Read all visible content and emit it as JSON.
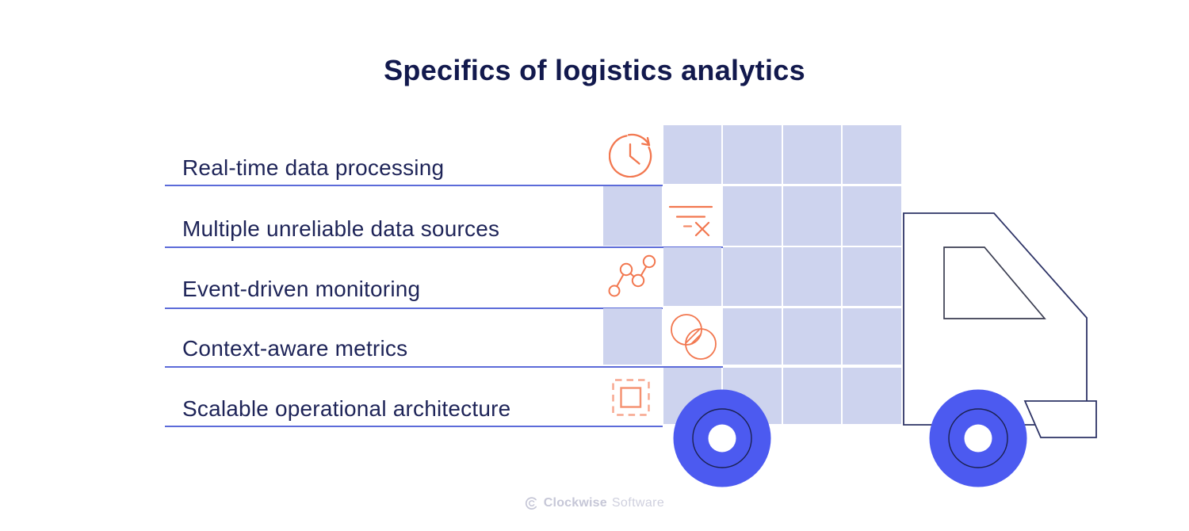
{
  "title": "Specifics of logistics analytics",
  "items": [
    {
      "label": "Real-time data processing",
      "icon": "clock-arrow-icon",
      "icon_col": 0
    },
    {
      "label": "Multiple unreliable data sources",
      "icon": "filter-error-icon",
      "icon_col": 1
    },
    {
      "label": "Event-driven monitoring",
      "icon": "node-graph-icon",
      "icon_col": 0
    },
    {
      "label": "Context-aware metrics",
      "icon": "venn-overlap-icon",
      "icon_col": 1
    },
    {
      "label": "Scalable operational architecture",
      "icon": "scalable-frame-icon",
      "icon_col": 0
    }
  ],
  "footer": {
    "brand": "Clockwise",
    "brand_suffix": "Software"
  },
  "colors": {
    "title_navy": "#12194d",
    "item_navy": "#1e2458",
    "divider_blue": "#5c6bd9",
    "grid_cell_lavender": "#cdd3ee",
    "wheel_blue": "#4c5af0",
    "truck_outline_navy": "#2d3366",
    "window_outline": "#3a3d51",
    "icon_orange": "#f2774f",
    "icon_salmon": "#f7a68d",
    "logo_gray": "#c6c7d7"
  }
}
